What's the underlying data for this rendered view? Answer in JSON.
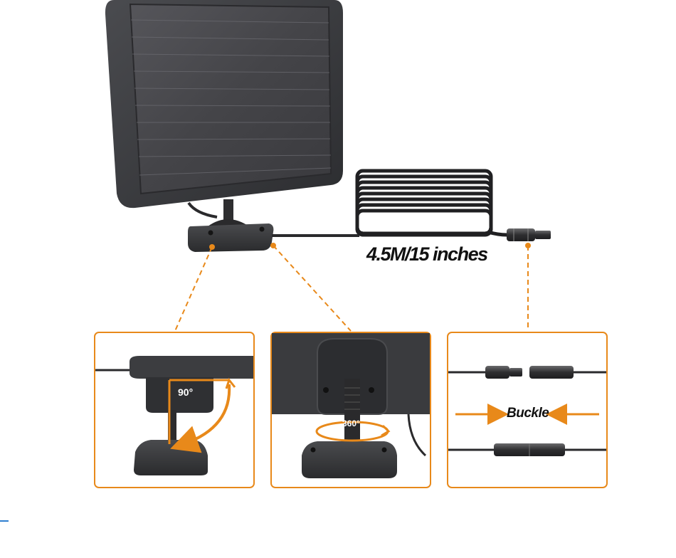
{
  "product": {
    "cable_length_label": "4.5M/15 inches",
    "buckle_label": "Buckle",
    "tilt_angle_label": "90°",
    "rotation_angle_label": "360°"
  },
  "colors": {
    "accent_orange": "#e8891a",
    "panel_frame": "#3a3b3e",
    "panel_cells": "#4a4a4d",
    "cable": "#2a2a2c",
    "background": "#ffffff"
  },
  "icons": {
    "tilt": "curved-arrow-icon",
    "rotate": "circular-arrow-icon",
    "buckle": "double-arrow-icon"
  }
}
